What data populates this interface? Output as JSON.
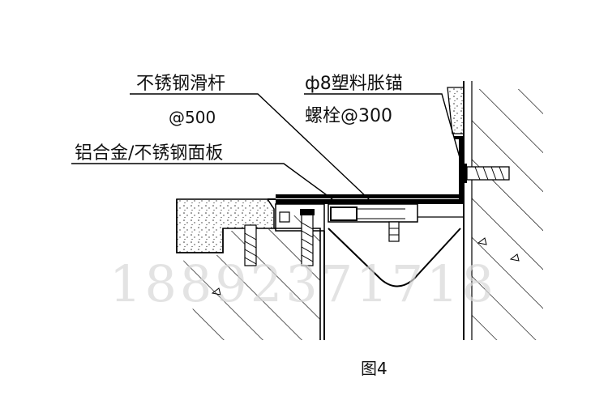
{
  "labels": {
    "rod_name": "不锈钢滑杆",
    "rod_spacing": "@500",
    "plate_name": "铝合金/不锈钢面板",
    "anchor_name": "ф8塑料胀锚",
    "anchor_spacing": "螺栓@300",
    "figure_caption": "图4",
    "watermark": "18892371718"
  },
  "colors": {
    "line": "#000000",
    "text": "#111111",
    "watermark": "#d8d8d8"
  }
}
